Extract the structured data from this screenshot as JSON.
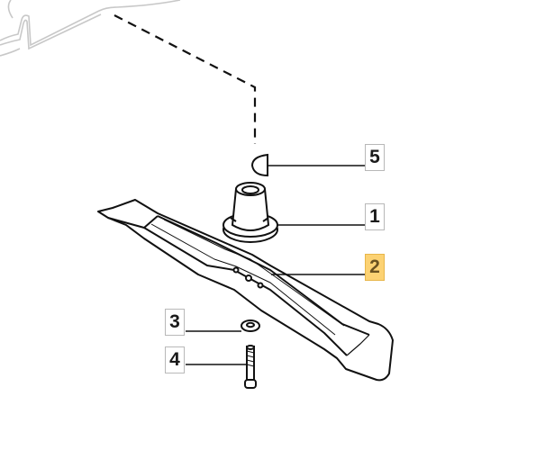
{
  "diagram": {
    "type": "exploded-parts-view",
    "subject": "mower blade assembly",
    "colors": {
      "line": "#1a1a1a",
      "ghost_line": "#c8c8c8",
      "callout_border": "#b8b8b8",
      "highlight_fill": "#fcd273",
      "highlight_border": "#e8b64a",
      "highlight_text": "#6b5220"
    },
    "callouts": [
      {
        "number": "5",
        "part": "blade-cap",
        "highlighted": false
      },
      {
        "number": "1",
        "part": "blade-hub-adapter",
        "highlighted": false
      },
      {
        "number": "2",
        "part": "cutting-blade",
        "highlighted": true
      },
      {
        "number": "3",
        "part": "washer",
        "highlighted": false
      },
      {
        "number": "4",
        "part": "bolt",
        "highlighted": false
      }
    ]
  }
}
